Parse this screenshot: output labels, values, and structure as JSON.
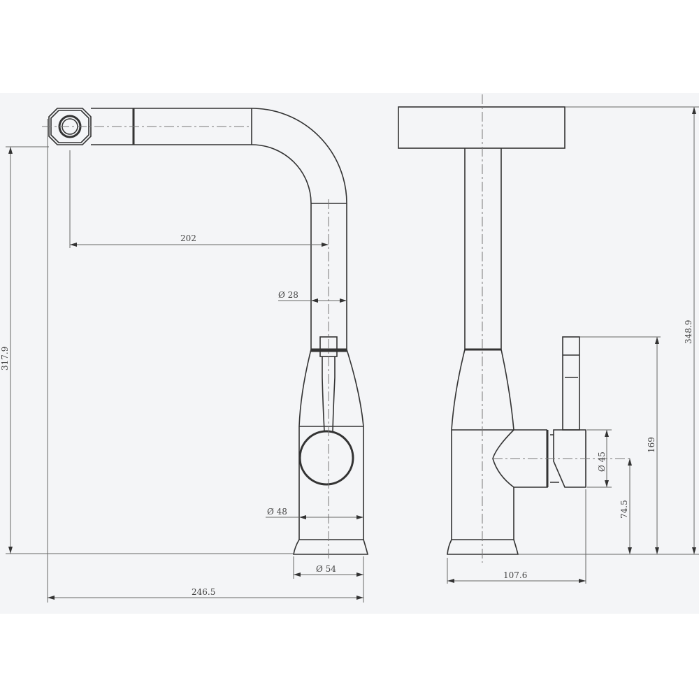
{
  "title": "Kitchen faucet dimension drawing",
  "views": {
    "front": {
      "dimensions": {
        "spout_reach": "202",
        "spout_diameter": "Ø 28",
        "body_diameter": "Ø 48",
        "base_diameter": "Ø 54",
        "total_width": "246.5",
        "spout_height": "317.9"
      }
    },
    "side": {
      "dimensions": {
        "depth": "107.6",
        "handle_diameter": "Ø 45",
        "handle_axis_height": "74.5",
        "lever_height": "169",
        "total_height": "348.9"
      }
    }
  },
  "colors": {
    "background": "#f4f5f7",
    "line": "#333333"
  }
}
